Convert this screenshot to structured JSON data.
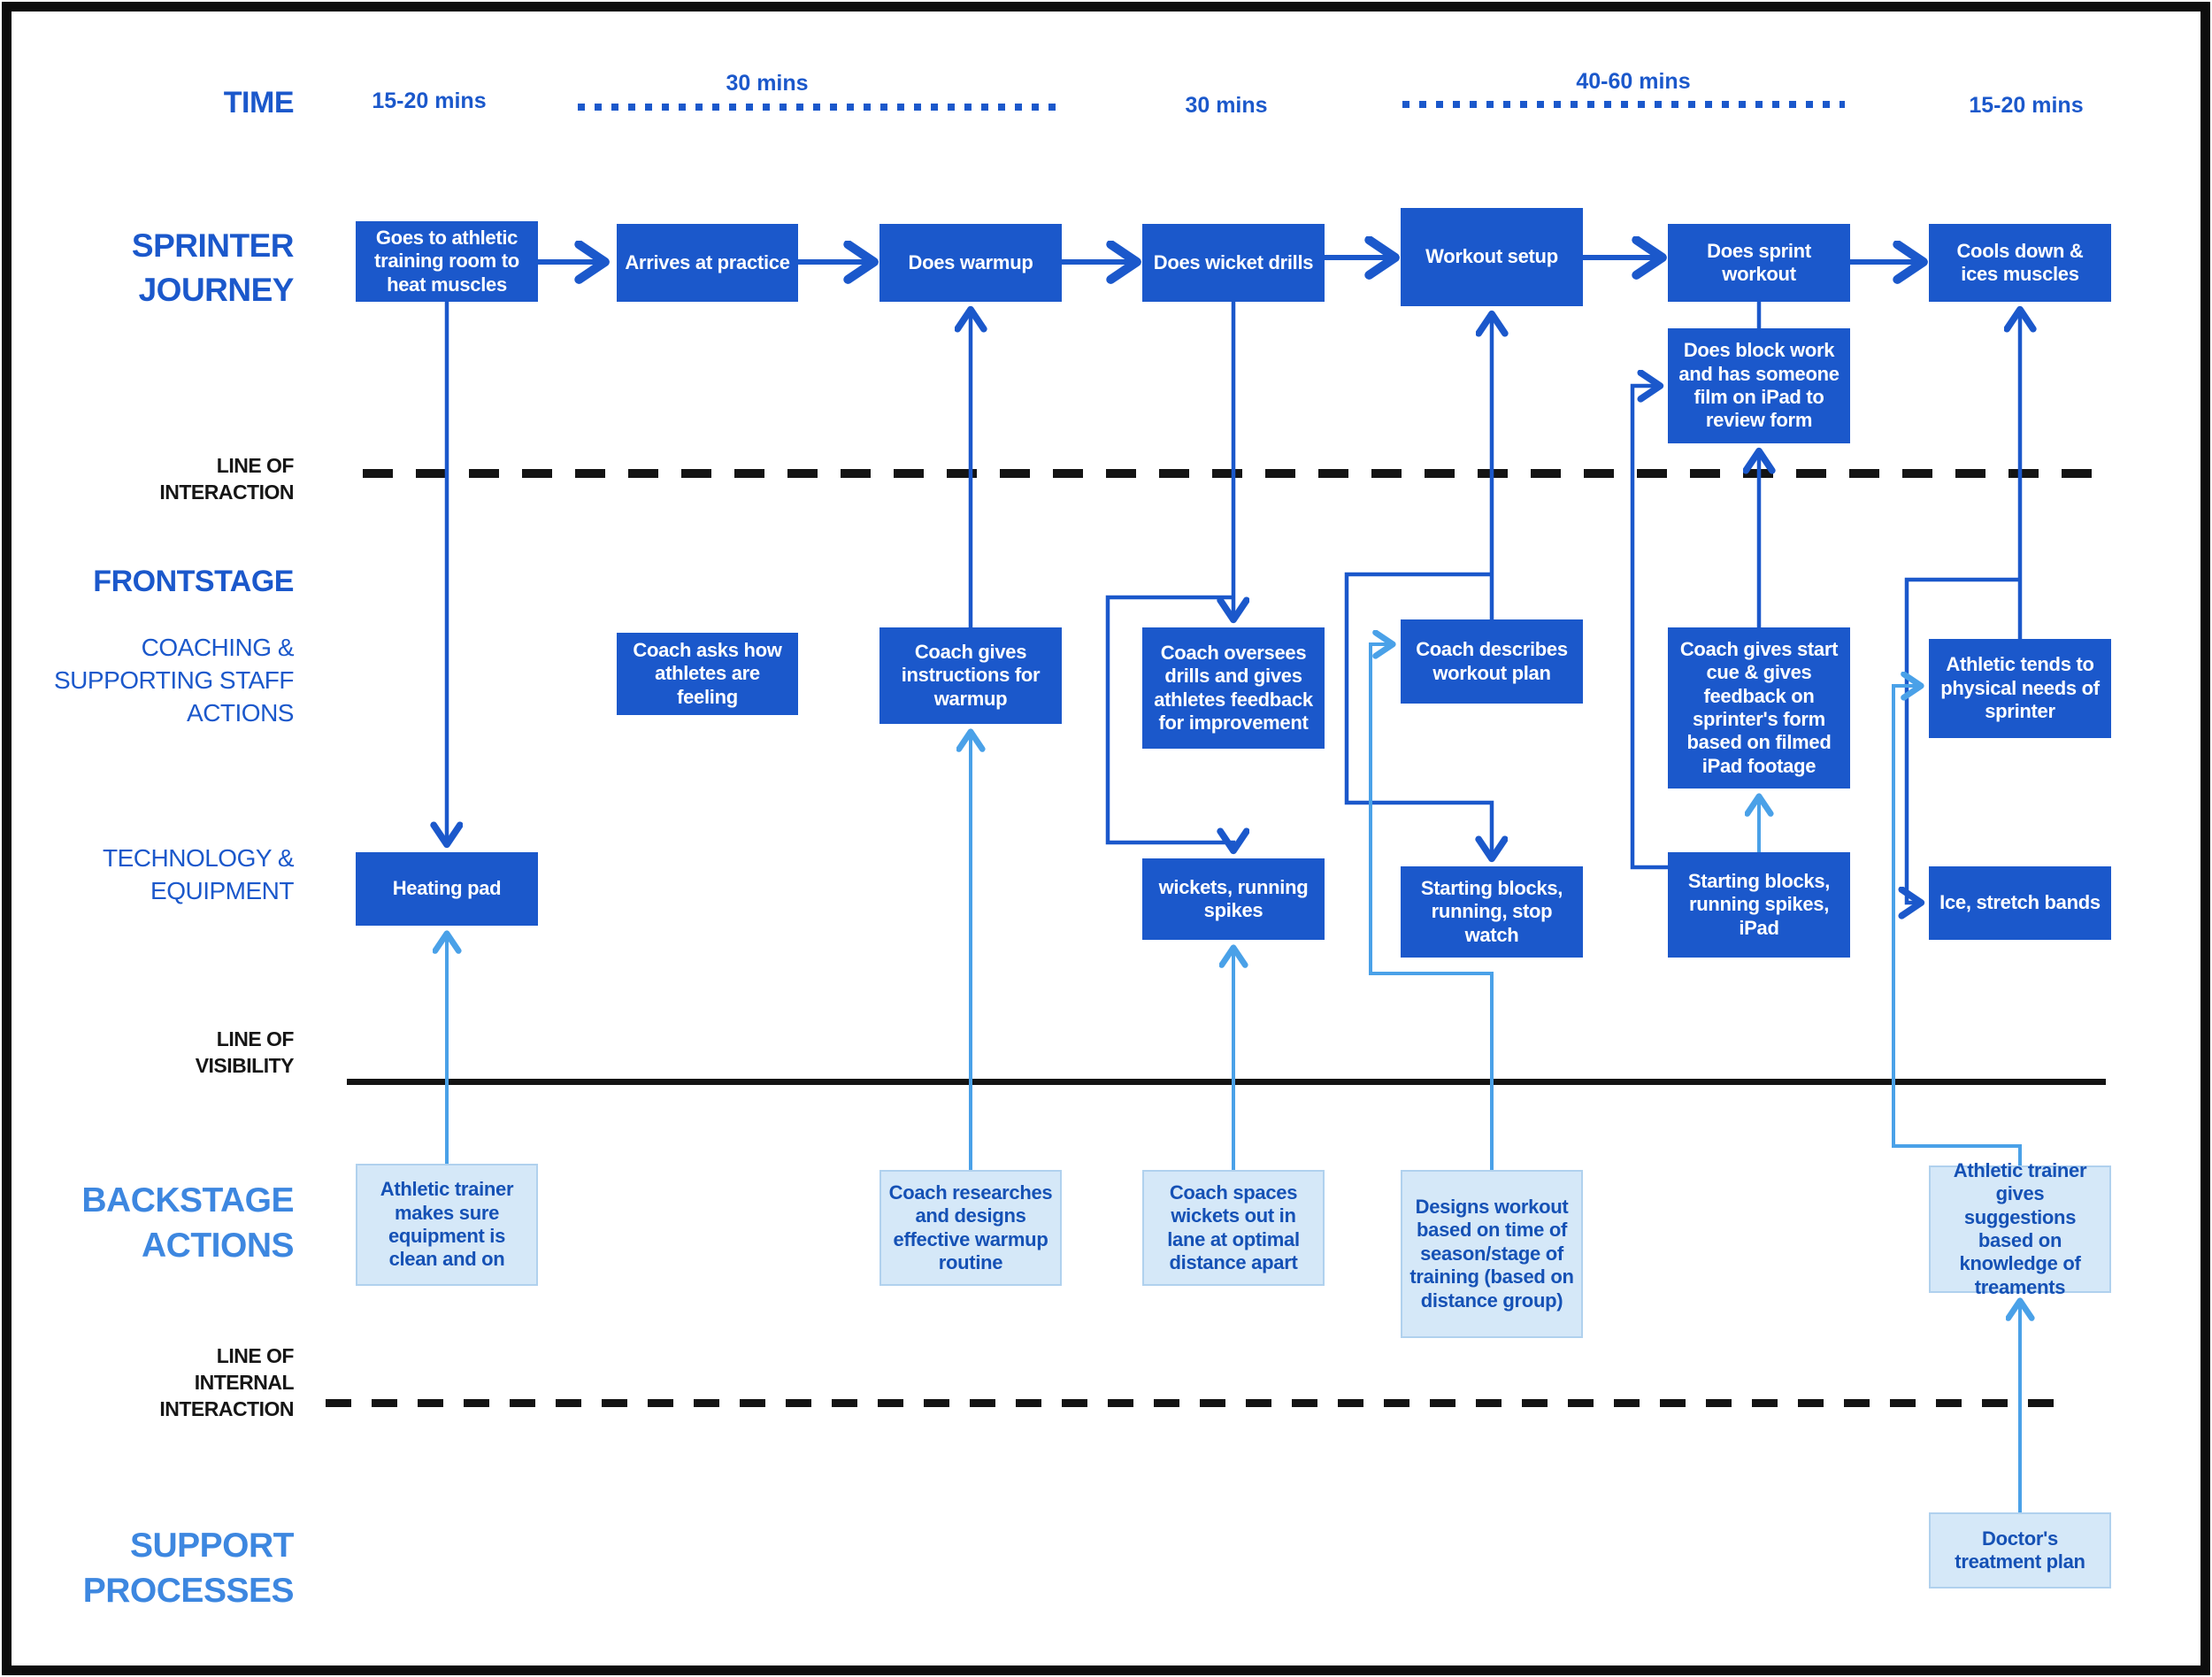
{
  "colors": {
    "primary_blue": "#1b58cb",
    "accent_blue": "#3d87e0",
    "light_line": "#4aa1e8",
    "light_fill": "#d5e8f8",
    "light_text": "#1551b5"
  },
  "row_labels": {
    "time": "TIME",
    "sprinter_journey": "SPRINTER\nJOURNEY",
    "line_of_interaction": "LINE OF\nINTERACTION",
    "frontstage": "FRONTSTAGE",
    "coaching": "COACHING &\nSUPPORTING STAFF\nACTIONS",
    "technology": "TECHNOLOGY &\nEQUIPMENT",
    "line_of_visibility": "LINE OF\nVISIBILITY",
    "backstage": "BACKSTAGE\nACTIONS",
    "line_of_internal": "LINE OF\nINTERNAL\nINTERACTION",
    "support": "SUPPORT\nPROCESSES"
  },
  "time_row": [
    "15-20 mins",
    "30 mins",
    "30 mins",
    "40-60 mins",
    "15-20 mins"
  ],
  "boxes": {
    "j1": "Goes to athletic training room to heat muscles",
    "j2": "Arrives at practice",
    "j3": "Does warmup",
    "j4": "Does wicket drills",
    "j5": "Workout setup",
    "j6": "Does sprint workout",
    "j6b": "Does block work and has someone film on iPad to review form",
    "j7": "Cools down & ices muscles",
    "f2": "Coach asks how athletes are feeling",
    "f3": "Coach gives instructions for warmup",
    "f4": "Coach oversees drills and gives athletes feedback for improvement",
    "f5": "Coach describes workout plan",
    "f6": "Coach gives start cue & gives feedback on sprinter's form based on filmed iPad footage",
    "f7": "Athletic tends to physical needs of sprinter",
    "t1": "Heating pad",
    "t4": "wickets, running spikes",
    "t5": "Starting blocks, running, stop watch",
    "t6": "Starting blocks, running spikes, iPad",
    "t7": "Ice, stretch bands",
    "b1": "Athletic trainer makes sure equipment is clean and on",
    "b3": "Coach researches and designs effective warmup routine",
    "b4": "Coach spaces wickets out in lane at optimal distance apart",
    "b5": "Designs workout based on time of season/stage of training (based on distance group)",
    "b7": "Athletic trainer gives suggestions based on knowledge of treaments",
    "s7": "Doctor's treatment plan"
  }
}
